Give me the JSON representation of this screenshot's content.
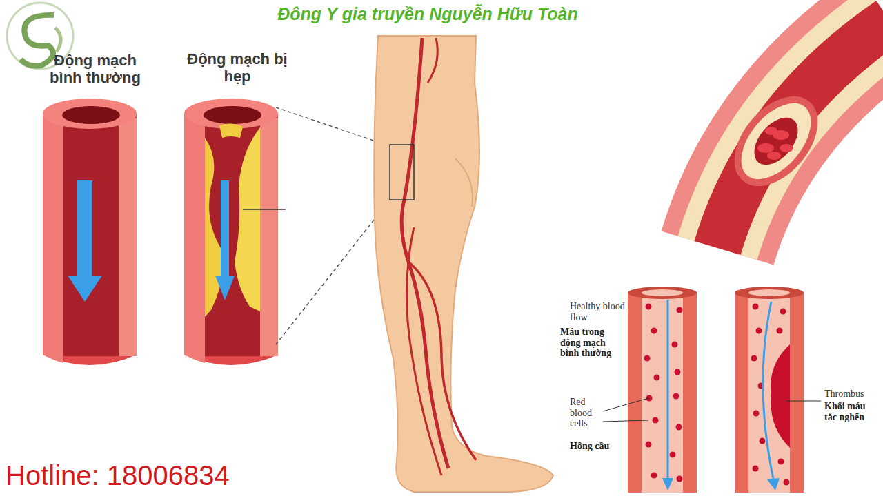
{
  "diagram": {
    "title": "Đông Y gia truyền Nguyễn Hữu Toàn",
    "labels": [
      "Động mạch bình thường",
      "Động mạch bị hẹp",
      "Healthy blood flow",
      "Máu trong động mạch bình thường",
      "Red blood cells",
      "Hồng cầu",
      "Thrombus",
      "Khối máu tắc nghẽn",
      "Hotline: 18006834"
    ]
  }
}
